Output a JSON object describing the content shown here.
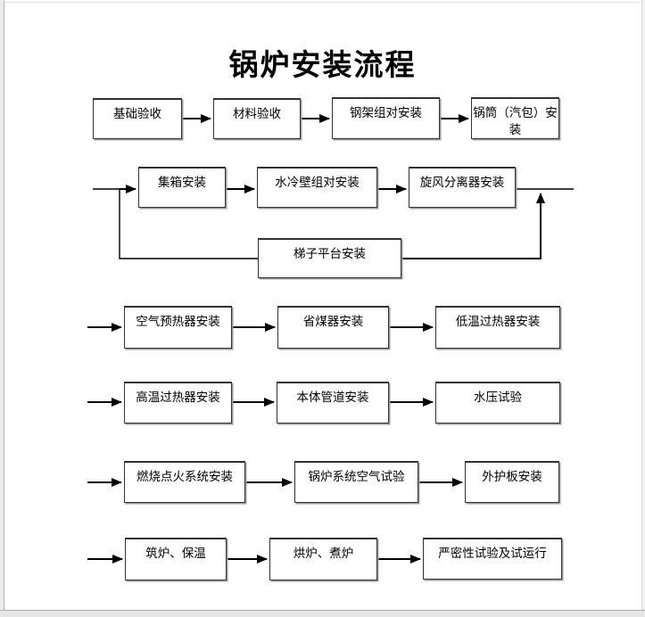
{
  "title": "锅炉安装流程",
  "colors": {
    "line": "#000000",
    "box_border": "#333333",
    "box_shadow": "#9b9b9b",
    "background": "#ffffff"
  },
  "nodes": [
    {
      "label": "基础验收"
    },
    {
      "label": "材料验收"
    },
    {
      "label": "钢架组对安装"
    },
    {
      "label": "锅筒（汽包）安装"
    },
    {
      "label": "集箱安装"
    },
    {
      "label": "水冷壁组对安装"
    },
    {
      "label": "旋风分离器安装"
    },
    {
      "label": "梯子平台安装"
    },
    {
      "label": "空气预热器安装"
    },
    {
      "label": "省煤器安装"
    },
    {
      "label": "低温过热器安装"
    },
    {
      "label": "高温过热器安装"
    },
    {
      "label": "本体管道安装"
    },
    {
      "label": "水压试验"
    },
    {
      "label": "燃烧点火系统安装"
    },
    {
      "label": "锅炉系统空气试验"
    },
    {
      "label": "外护板安装"
    },
    {
      "label": "筑炉、保温"
    },
    {
      "label": "烘炉、煮炉"
    },
    {
      "label": "严密性试验及试运行"
    }
  ],
  "edges": [
    {
      "from": "基础验收",
      "to": "材料验收",
      "arrow": true
    },
    {
      "from": "材料验收",
      "to": "钢架组对安装",
      "arrow": true
    },
    {
      "from": "钢架组对安装",
      "to": "锅筒（汽包）安装",
      "arrow": true
    },
    {
      "from": "entry-row2",
      "to": "集箱安装",
      "arrow": true
    },
    {
      "from": "集箱安装",
      "to": "水冷壁组对安装",
      "arrow": true
    },
    {
      "from": "水冷壁组对安装",
      "to": "旋风分离器安装",
      "arrow": true
    },
    {
      "from": "旋风分离器安装",
      "to": "exit-right",
      "arrow": false
    },
    {
      "from": "entry-row2-branch",
      "to": "梯子平台安装",
      "arrow": false
    },
    {
      "from": "梯子平台安装",
      "to": "旋风分离器安装-exit-line",
      "arrow": true
    },
    {
      "from": "entry-row3",
      "to": "空气预热器安装",
      "arrow": true
    },
    {
      "from": "空气预热器安装",
      "to": "省煤器安装",
      "arrow": true
    },
    {
      "from": "省煤器安装",
      "to": "低温过热器安装",
      "arrow": true
    },
    {
      "from": "entry-row4",
      "to": "高温过热器安装",
      "arrow": true
    },
    {
      "from": "高温过热器安装",
      "to": "本体管道安装",
      "arrow": true
    },
    {
      "from": "本体管道安装",
      "to": "水压试验",
      "arrow": true
    },
    {
      "from": "entry-row5",
      "to": "燃烧点火系统安装",
      "arrow": true
    },
    {
      "from": "燃烧点火系统安装",
      "to": "锅炉系统空气试验",
      "arrow": true
    },
    {
      "from": "锅炉系统空气试验",
      "to": "外护板安装",
      "arrow": true
    },
    {
      "from": "entry-row6",
      "to": "筑炉、保温",
      "arrow": true
    },
    {
      "from": "筑炉、保温",
      "to": "烘炉、煮炉",
      "arrow": true
    },
    {
      "from": "烘炉、煮炉",
      "to": "严密性试验及试运行",
      "arrow": true
    }
  ]
}
